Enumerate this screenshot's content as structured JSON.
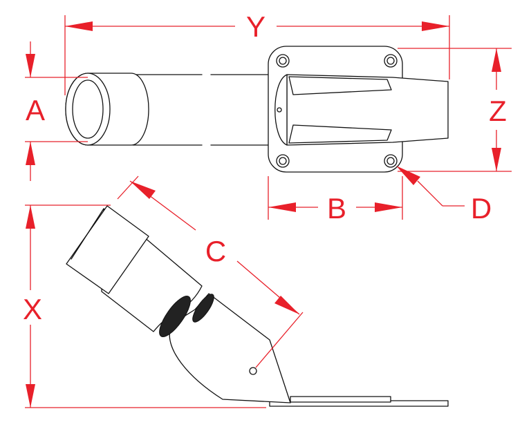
{
  "labels": {
    "y": "Y",
    "a": "A",
    "z": "Z",
    "b": "B",
    "c": "C",
    "d": "D",
    "x": "X"
  },
  "colors": {
    "dimension": "#e8202a",
    "outline": "#111111",
    "background": "#ffffff"
  }
}
